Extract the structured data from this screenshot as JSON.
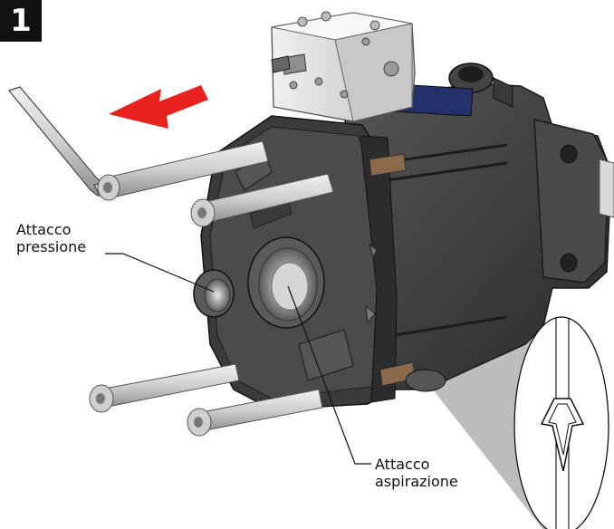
{
  "step": {
    "number": "1"
  },
  "callouts": {
    "pressure_port": {
      "line1": "Attacco",
      "line2": "pressione"
    },
    "suction_port": {
      "line1": "Attacco",
      "line2": "aspirazione"
    }
  },
  "colors": {
    "arrow": "#e8231f",
    "pump_body": "#3d3d3d",
    "valve_block": "#d8d8d8",
    "rods": "#cfcfcf",
    "detail_cone": "#bdbdbd"
  },
  "icons": {
    "direction": "red-arrow-left-icon",
    "tool": "hex-key-icon"
  }
}
